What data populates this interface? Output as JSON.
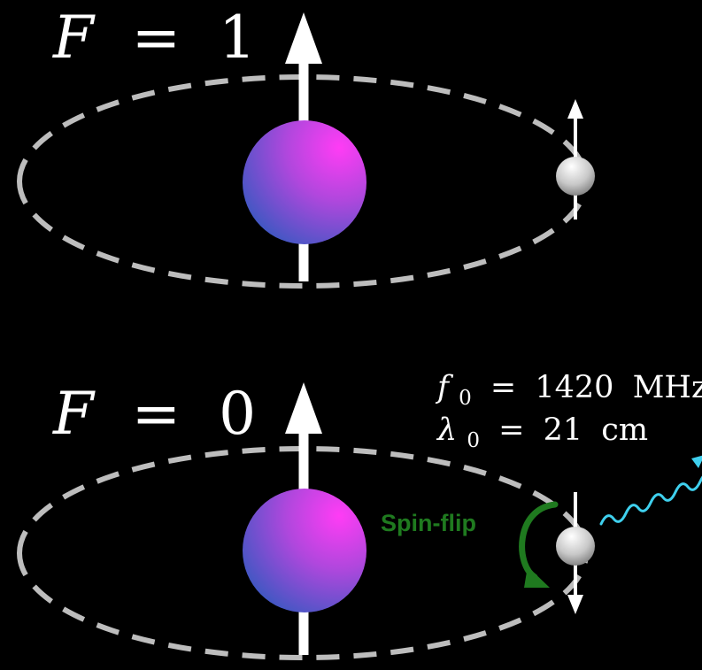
{
  "colors": {
    "background": "#000000",
    "orbit": "#bdbdbd",
    "arrow": "#ffffff",
    "nucleus_light": "#ff3cf5",
    "nucleus_dark": "#3559c0",
    "spin_flip": "#1f7a1f",
    "photon": "#3fd0ee"
  },
  "top_state": {
    "label_symbol": "F",
    "label_equals": "=",
    "label_value": "1"
  },
  "bottom_state": {
    "label_symbol": "F",
    "label_equals": "=",
    "label_value": "0"
  },
  "transition": {
    "frequency_symbol": "f",
    "frequency_subscript": "0",
    "frequency_equals": "=",
    "frequency_value": "1420",
    "frequency_unit": "MHz",
    "wavelength_symbol": "λ",
    "wavelength_subscript": "0",
    "wavelength_equals": "=",
    "wavelength_value": "21",
    "wavelength_unit": "cm",
    "spin_flip_label": "Spin-flip"
  },
  "icons": {
    "nucleus": "proton-sphere",
    "electron": "electron-sphere",
    "spin": "spin-arrow",
    "orbit": "dashed-orbit",
    "flip": "curved-arrow",
    "photon": "wavy-photon-arrow"
  }
}
